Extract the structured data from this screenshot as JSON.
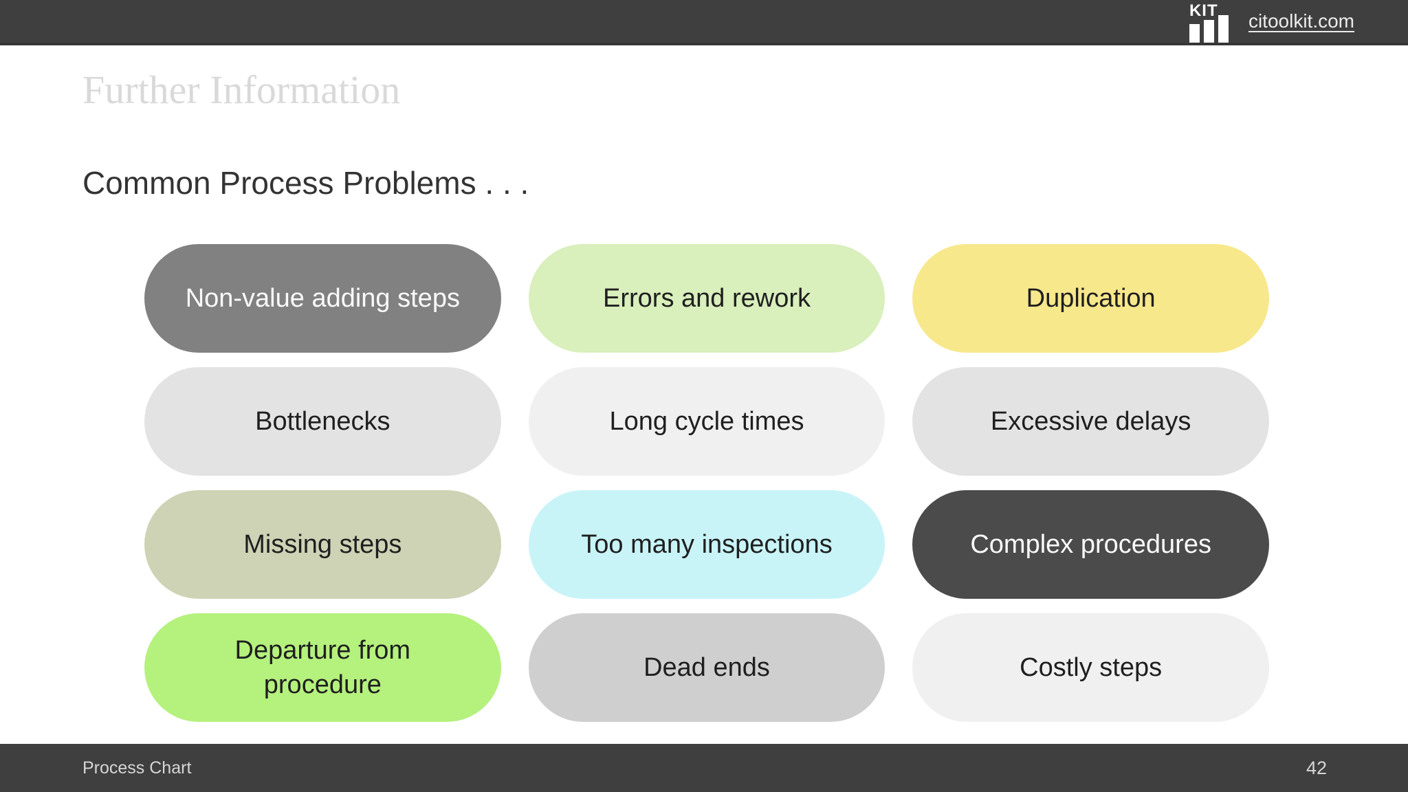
{
  "header": {
    "logo_text": "KIT",
    "site_link": "citoolkit.com"
  },
  "slide": {
    "title": "Further Information",
    "heading": "Common Process Problems . . ."
  },
  "pills": [
    {
      "label": "Non-value adding steps",
      "bg": "#818181",
      "fg": "#fafafa"
    },
    {
      "label": "Errors and rework",
      "bg": "#d9efbc",
      "fg": "#1f1f1f"
    },
    {
      "label": "Duplication",
      "bg": "#f8e88c",
      "fg": "#1f1f1f"
    },
    {
      "label": "Bottlenecks",
      "bg": "#e3e3e3",
      "fg": "#1f1f1f"
    },
    {
      "label": "Long cycle times",
      "bg": "#f0f0f0",
      "fg": "#1f1f1f"
    },
    {
      "label": "Excessive delays",
      "bg": "#e3e3e3",
      "fg": "#1f1f1f"
    },
    {
      "label": "Missing steps",
      "bg": "#cdd3b4",
      "fg": "#1f1f1f"
    },
    {
      "label": "Too many inspections",
      "bg": "#c8f4f8",
      "fg": "#1f1f1f"
    },
    {
      "label": "Complex procedures",
      "bg": "#4b4b4b",
      "fg": "#fafafa"
    },
    {
      "label": "Departure from procedure",
      "bg": "#b5f17d",
      "fg": "#1f1f1f"
    },
    {
      "label": "Dead ends",
      "bg": "#cfcfcf",
      "fg": "#1f1f1f"
    },
    {
      "label": "Costly steps",
      "bg": "#f0f0f0",
      "fg": "#1f1f1f"
    }
  ],
  "footer": {
    "label": "Process Chart",
    "page_number": "42"
  },
  "colors": {
    "bar_background": "#3f3f3f",
    "title_text": "#d9d9d9",
    "heading_text": "#333333",
    "footer_text": "#d6d6d6"
  }
}
